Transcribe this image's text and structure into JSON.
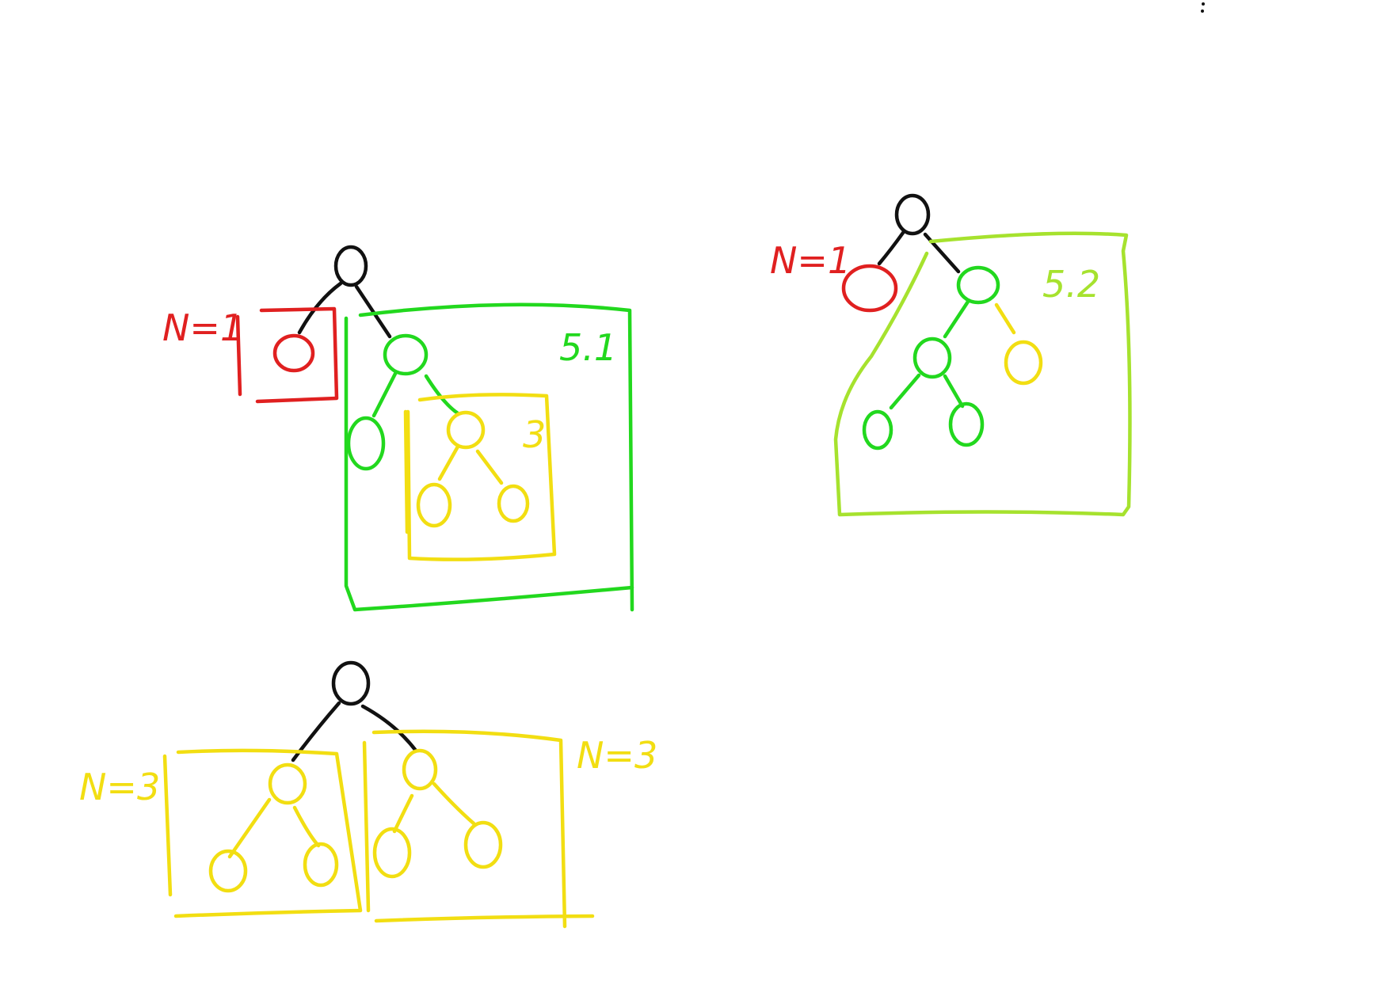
{
  "colors": {
    "black": "#111111",
    "red": "#e02020",
    "green": "#22d81e",
    "lime": "#a6e22e",
    "yellow": "#f2de12"
  },
  "labels": {
    "d1_red": "N=1",
    "d1_green": "5.1",
    "d1_yellow": "3",
    "d2_red": "N=1",
    "d2_lime": "5.2",
    "d3_left": "N=3",
    "d3_right": "N=3"
  }
}
